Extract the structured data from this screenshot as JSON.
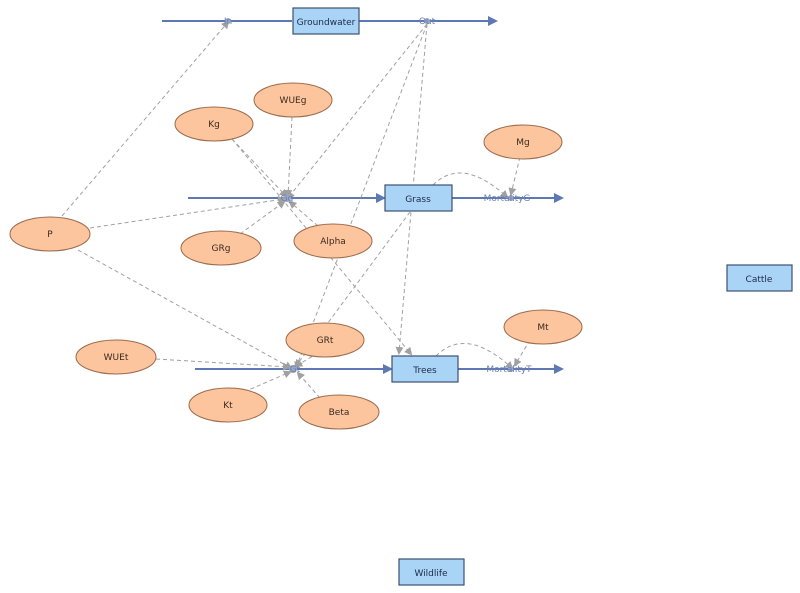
{
  "stocks": {
    "groundwater": "Groundwater",
    "grass": "Grass",
    "trees": "Trees",
    "cattle": "Cattle",
    "wildlife": "Wildlife"
  },
  "flows": {
    "in": "In",
    "out": "Out",
    "growth_grass": "Gg",
    "mortality_grass": "MortalityG",
    "growth_trees": "Gt",
    "mortality_trees": "MortalityT"
  },
  "parameters": {
    "p": "P",
    "kg": "Kg",
    "wueg": "WUEg",
    "mg": "Mg",
    "grg": "GRg",
    "alpha": "Alpha",
    "grt": "GRt",
    "mt": "Mt",
    "wuet": "WUEt",
    "kt": "Kt",
    "beta": "Beta"
  },
  "colors": {
    "stock_fill": "#a9d4f5",
    "stock_border": "#3c4f73",
    "param_fill": "#fcc59e",
    "param_border": "#9a6a4c",
    "flow": "#5d79b3",
    "link": "#a0a0a0"
  }
}
